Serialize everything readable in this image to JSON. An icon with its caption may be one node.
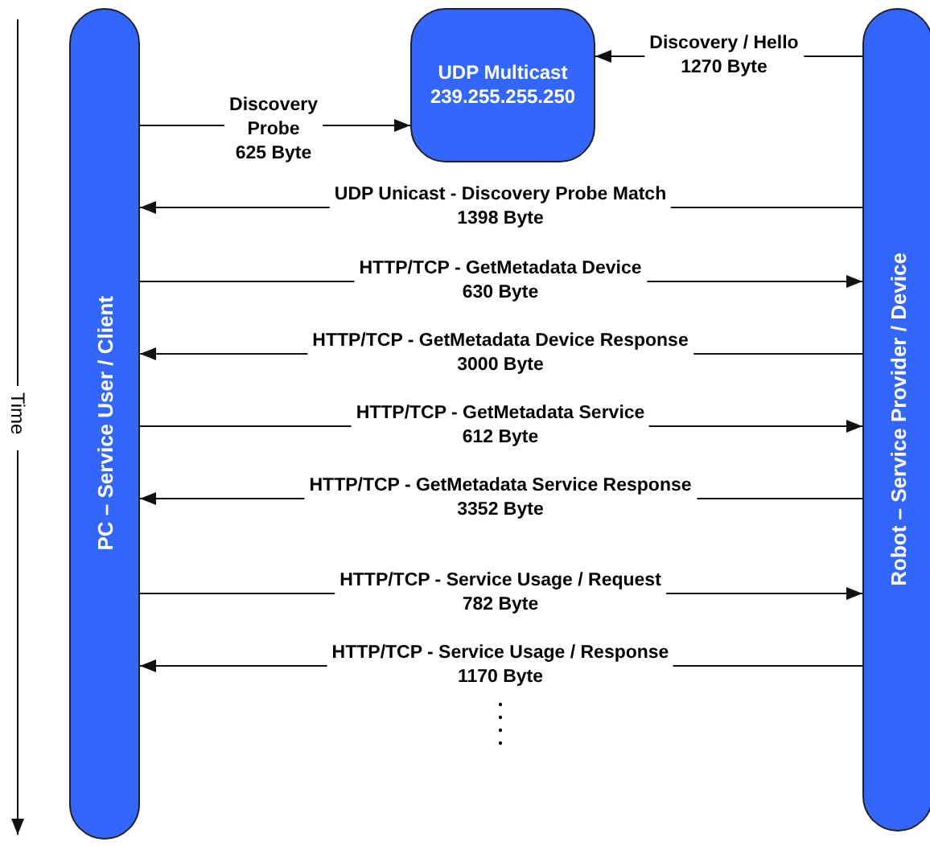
{
  "diagram": {
    "nodes": [
      {
        "text": [
          "PC – Service User / Client"
        ]
      },
      {
        "text": [
          "UDP Multicast",
          "239.255.255.250"
        ]
      },
      {
        "text": [
          "Robot – Service Provider / Device"
        ]
      }
    ],
    "edges": [
      {
        "from": 0,
        "to": 1,
        "arrow": "to",
        "label": "Discovery Probe 625 Byte"
      },
      {
        "from": 2,
        "to": 1,
        "arrow": "to",
        "label": "Discovery / Hello 1270 Byte"
      },
      {
        "from": 2,
        "to": 0,
        "arrow": "to",
        "label": "UDP Unicast - Discovery Probe Match 1398 Byte"
      },
      {
        "from": 0,
        "to": 2,
        "arrow": "to",
        "label": "HTTP/TCP - GetMetadata Device 630 Byte"
      },
      {
        "from": 2,
        "to": 0,
        "arrow": "to",
        "label": "HTTP/TCP - GetMetadata Device Response 3000 Byte"
      },
      {
        "from": 0,
        "to": 2,
        "arrow": "to",
        "label": "HTTP/TCP - GetMetadata Service 612 Byte"
      },
      {
        "from": 2,
        "to": 0,
        "arrow": "to",
        "label": "HTTP/TCP - GetMetadata Service Response 3352 Byte"
      },
      {
        "from": 0,
        "to": 2,
        "arrow": "to",
        "label": "HTTP/TCP - Service Usage / Request 782 Byte"
      },
      {
        "from": 2,
        "to": 0,
        "arrow": "to",
        "label": "HTTP/TCP - Service Usage / Response 1170 Byte"
      }
    ],
    "labels": [
      "Time"
    ]
  }
}
